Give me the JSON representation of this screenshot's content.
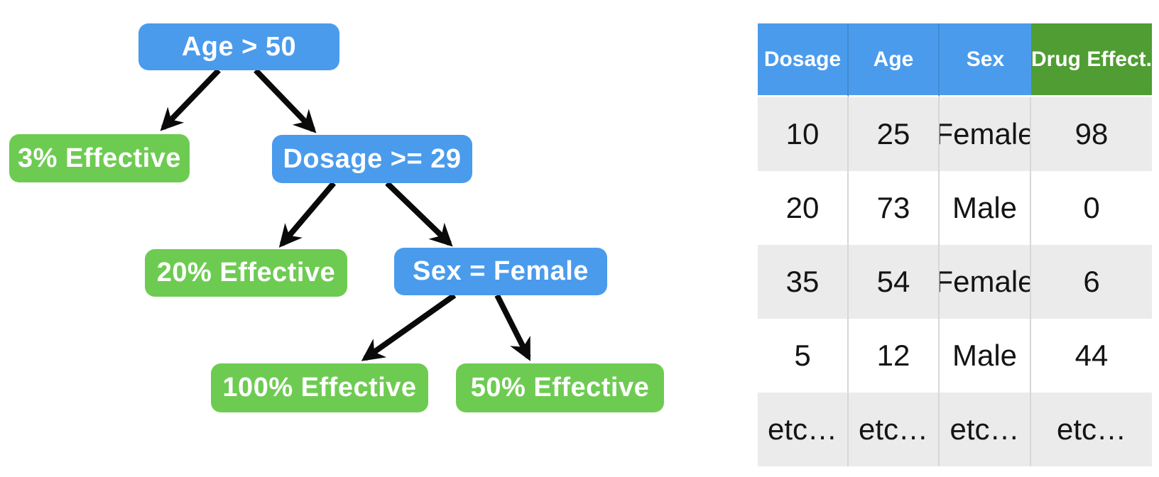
{
  "tree": {
    "title": "decision-tree",
    "nodes": [
      {
        "id": "root",
        "type": "decision",
        "label": "Age > 50"
      },
      {
        "id": "leaf-3",
        "type": "leaf",
        "label": "3% Effective"
      },
      {
        "id": "dosage",
        "type": "decision",
        "label": "Dosage >= 29"
      },
      {
        "id": "leaf-20",
        "type": "leaf",
        "label": "20% Effective"
      },
      {
        "id": "sex",
        "type": "decision",
        "label": "Sex = Female"
      },
      {
        "id": "leaf-100",
        "type": "leaf",
        "label": "100% Effective"
      },
      {
        "id": "leaf-50",
        "type": "leaf",
        "label": "50% Effective"
      }
    ],
    "edges": [
      [
        "root",
        "leaf-3"
      ],
      [
        "root",
        "dosage"
      ],
      [
        "dosage",
        "leaf-20"
      ],
      [
        "dosage",
        "sex"
      ],
      [
        "sex",
        "leaf-100"
      ],
      [
        "sex",
        "leaf-50"
      ]
    ]
  },
  "table": {
    "headers": [
      "Dosage",
      "Age",
      "Sex",
      "Drug Effect."
    ],
    "rows": [
      [
        "10",
        "25",
        "Female",
        "98"
      ],
      [
        "20",
        "73",
        "Male",
        "0"
      ],
      [
        "35",
        "54",
        "Female",
        "6"
      ],
      [
        "5",
        "12",
        "Male",
        "44"
      ],
      [
        "etc…",
        "etc…",
        "etc…",
        "etc…"
      ]
    ]
  },
  "colors": {
    "node_blue": "#4a9bec",
    "node_green": "#6ecb52",
    "header_blue": "#4a9bec",
    "header_green": "#4f9d33",
    "row_gray": "#ebebeb",
    "row_white": "#ffffff",
    "arrow": "#0a0a0a"
  }
}
